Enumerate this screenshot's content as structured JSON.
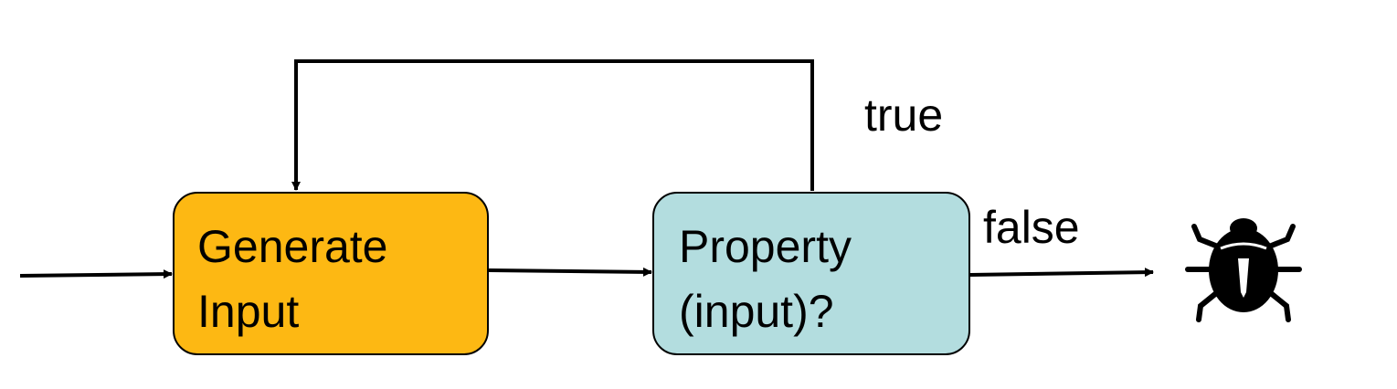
{
  "nodes": {
    "generate": {
      "line1": "Generate",
      "line2": "Input",
      "fill": "#FDB813"
    },
    "property": {
      "line1": "Property",
      "line2": "(input)?",
      "fill": "#B3DDDF"
    }
  },
  "edges": {
    "true_label": "true",
    "false_label": "false"
  },
  "icons": {
    "result": "bug-icon"
  },
  "colors": {
    "stroke": "#000000"
  }
}
